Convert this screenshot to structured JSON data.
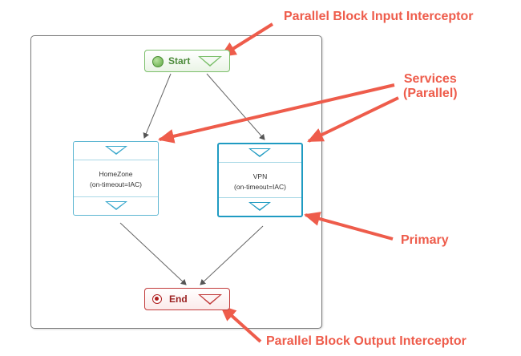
{
  "diagram": {
    "start": {
      "label": "Start"
    },
    "end": {
      "label": "End"
    },
    "services": [
      {
        "name": "HomeZone",
        "detail": "(on-timeout=IAC)"
      },
      {
        "name": "VPN",
        "detail": "(on-timeout=IAC)"
      }
    ]
  },
  "callouts": {
    "input_interceptor": "Parallel Block Input Interceptor",
    "services_line1": "Services",
    "services_line2": "(Parallel)",
    "primary": "Primary",
    "output_interceptor": "Parallel Block Output Interceptor"
  },
  "colors": {
    "callout": "#ee5c4b",
    "start_border": "#7bbf6a",
    "end_border": "#c13a3a",
    "service_border": "#1f9bc2",
    "connector": "#555555"
  }
}
